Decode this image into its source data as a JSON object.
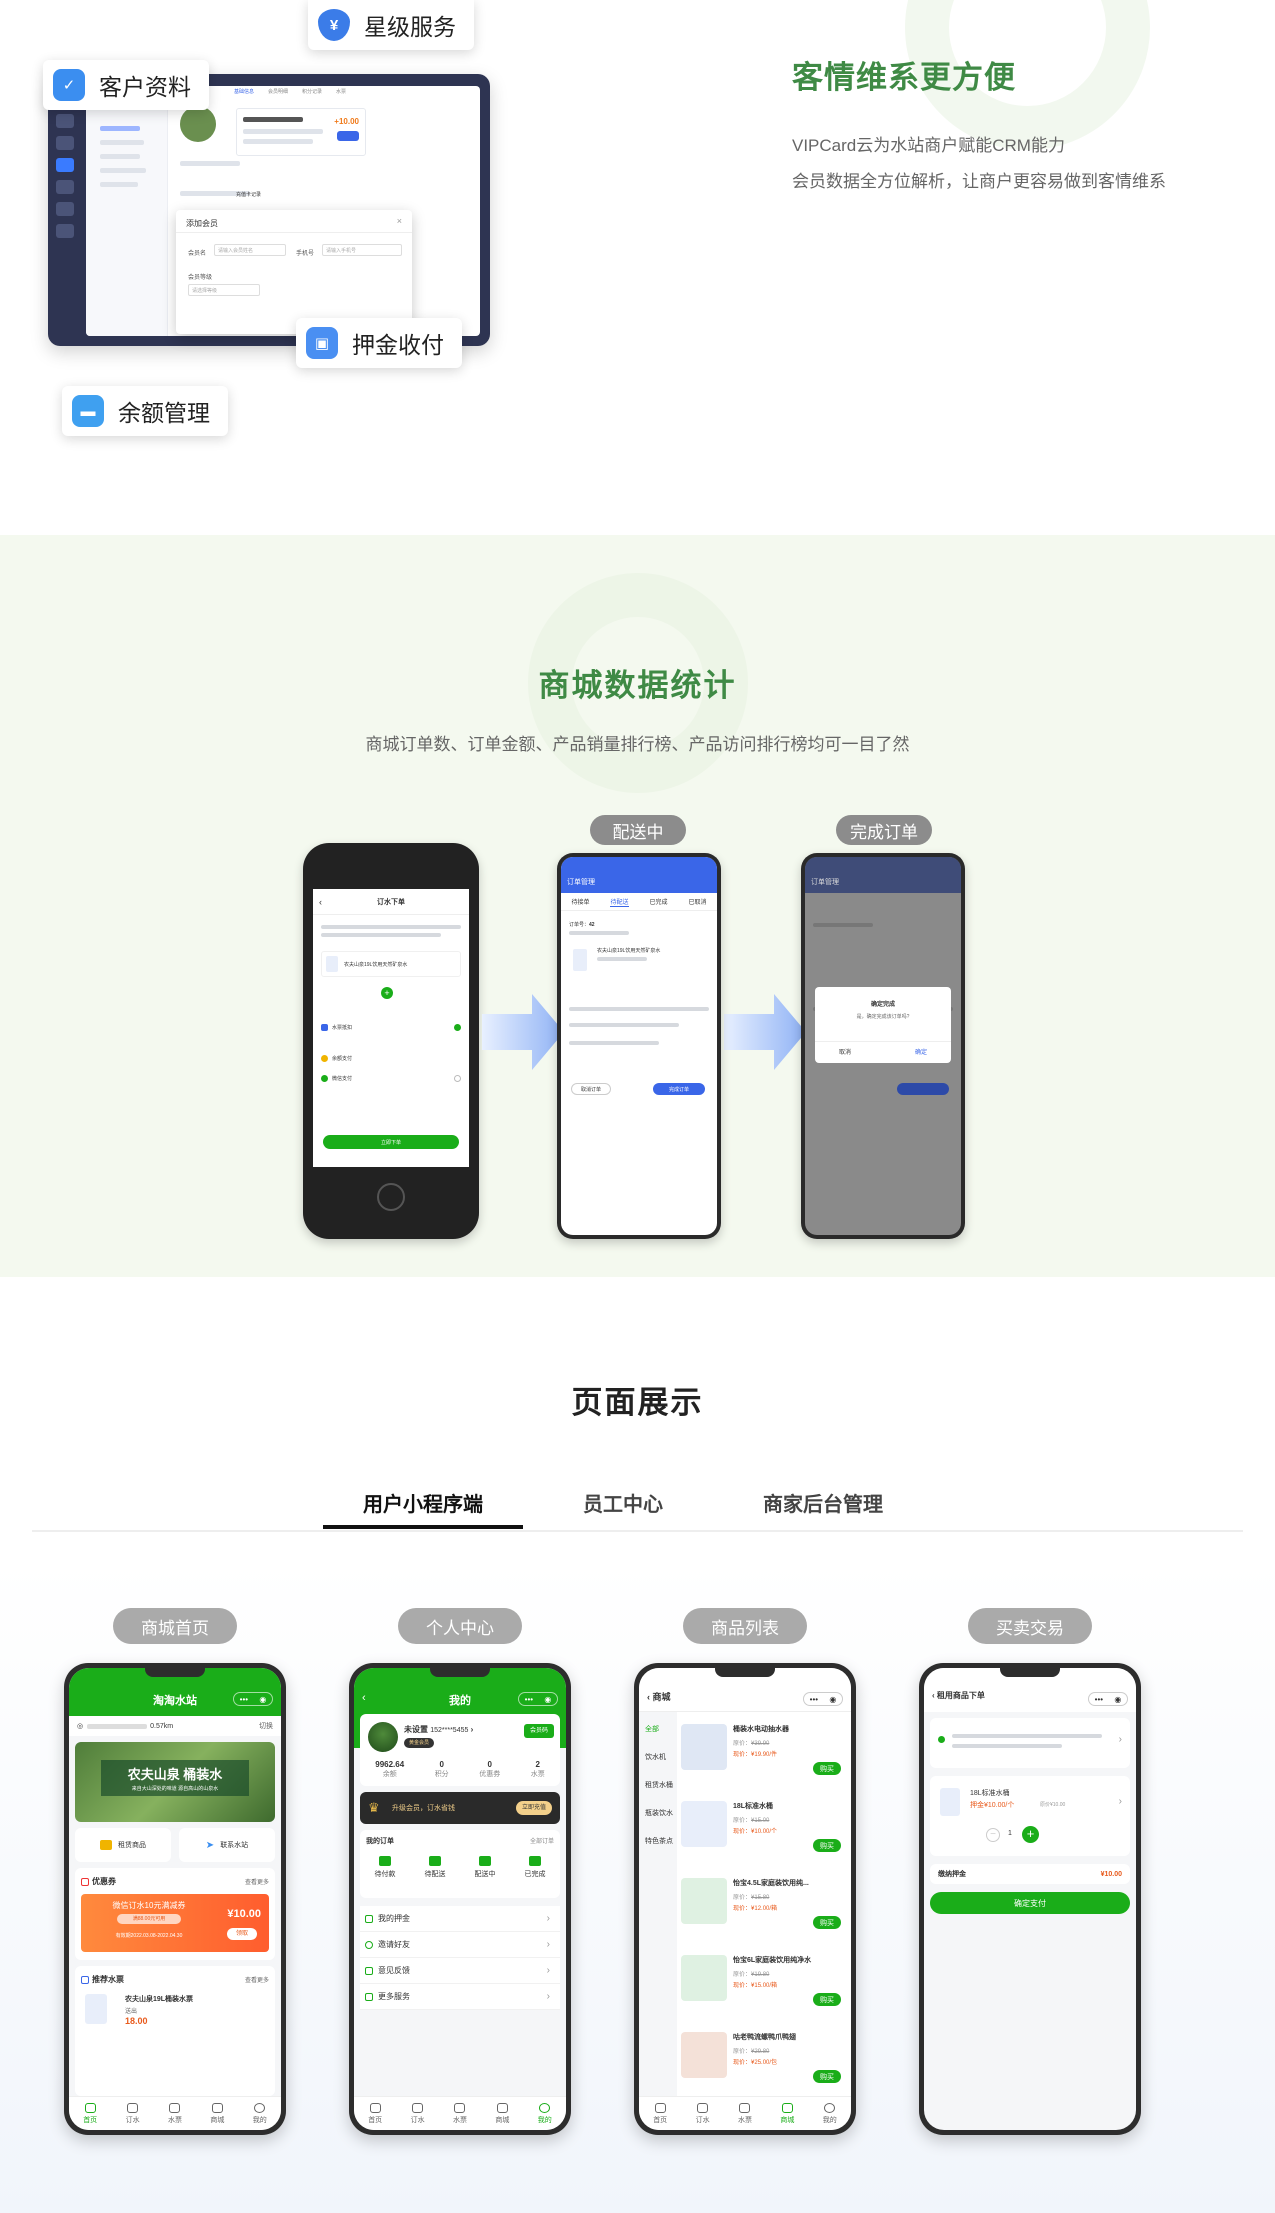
{
  "section1": {
    "title": "客情维系更方便",
    "desc_lines": [
      "VIPCard云为水站商户赋能CRM能力",
      "会员数据全方位解析，让商户更容易做到客情维系"
    ],
    "chips": {
      "customer": "客户资料",
      "star": "星级服务",
      "deposit": "押金收付",
      "balance": "余额管理"
    },
    "dialog": {
      "title": "添加会员",
      "name_label": "会员名",
      "name_ph": "请输入会员姓名",
      "phone_label": "手机号",
      "phone_ph": "请输入手机号",
      "level_label": "会员等级",
      "level_ph": "请选择等级"
    },
    "dash": {
      "tabs": [
        "基础信息",
        "会员明细",
        "积分记录",
        "水票"
      ],
      "amount": "+10.00",
      "add_record": "充值卡记录"
    }
  },
  "section2": {
    "title": "商城数据统计",
    "subtitle": "商城订单数、订单金额、产品销量排行榜、产品访问排行榜均可一目了然",
    "labels": {
      "delivering": "配送中",
      "complete": "完成订单"
    },
    "phone1": {
      "nav": "订水下单",
      "product": "农夫山泉19L饮用天然矿泉水",
      "pay1": "水票抵扣",
      "pay2": "余额支付",
      "pay3": "微信支付",
      "button": "立即下单"
    },
    "phone2": {
      "nav": "订单管理",
      "tabs": [
        "待接单",
        "待配送",
        "已完成",
        "已取消"
      ],
      "order_no_label": "订单号：",
      "order_no": "42",
      "product": "农夫山泉19L饮用天然矿泉水",
      "cancel": "取消订单",
      "finish": "完成订单"
    },
    "phone3": {
      "nav": "订单管理",
      "dialog_title": "确定完成",
      "dialog_text": "是，确定完成该订单吗?",
      "cancel": "取消",
      "ok": "确定"
    }
  },
  "section3": {
    "title": "页面展示",
    "tabs": [
      "用户小程序端",
      "员工中心",
      "商家后台管理"
    ],
    "active_tab": 0,
    "phones": [
      {
        "label": "商城首页",
        "nav": "淘淘水站",
        "distance": "0.57km",
        "switch": "切换",
        "banner_title": "农夫山泉 桶装水",
        "banner_sub": "来自大山深处的味道  源自高山的山泉水",
        "btn1": "租赁商品",
        "btn2": "联系水站",
        "coupon_title": "优惠券",
        "more": "查看更多",
        "coupon_text": "微信订水10元满减券",
        "coupon_sub": "满88.00元可用",
        "coupon_date": "有效期2022.03.08-2022.04.30",
        "coupon_amount": "¥10.00",
        "coupon_btn": "领取",
        "ticket_title": "推荐水票",
        "ticket_name": "农夫山泉19L桶装水票",
        "ticket_sub": "送出",
        "ticket_price": "18.00",
        "tabbar": [
          "首页",
          "订水",
          "水票",
          "商城",
          "我的"
        ]
      },
      {
        "label": "个人中心",
        "nav": "我的",
        "user_name": "未设置",
        "user_phone": "152****5455",
        "member_tag": "黄金会员",
        "member_code": "会员码",
        "stats": [
          {
            "value": "9962.64",
            "label": "余额"
          },
          {
            "value": "0",
            "label": "积分"
          },
          {
            "value": "0",
            "label": "优惠券"
          },
          {
            "value": "2",
            "label": "水票"
          }
        ],
        "vip_text": "升级会员，订水省钱",
        "vip_btn": "立即充值",
        "orders_title": "我的订单",
        "all_orders": "全部订单",
        "order_types": [
          "待付款",
          "待配送",
          "配送中",
          "已完成"
        ],
        "menu": [
          "我的押金",
          "邀请好友",
          "意见反馈",
          "更多服务"
        ],
        "tabbar": [
          "首页",
          "订水",
          "水票",
          "商城",
          "我的"
        ]
      },
      {
        "label": "商品列表",
        "nav": "商城",
        "categories": [
          "全部",
          "饮水机",
          "租赁水桶",
          "瓶装饮水",
          "特色茶点"
        ],
        "products": [
          {
            "name": "桶装水电动抽水器",
            "orig": "¥39.90",
            "price": "¥19.90/件"
          },
          {
            "name": "18L标准水桶",
            "orig": "¥15.00",
            "price": "¥10.00/个"
          },
          {
            "name": "怡宝4.5L家庭装饮用纯...",
            "orig": "¥15.80",
            "price": "¥12.00/箱"
          },
          {
            "name": "怡宝6L家庭装饮用纯净水",
            "orig": "¥19.80",
            "price": "¥15.00/箱"
          },
          {
            "name": "咕老鸭流螺鸭爪鸭翅",
            "orig": "¥29.80",
            "price": "¥25.00/包"
          }
        ],
        "buy": "购买",
        "orig_label": "原价：",
        "price_label": "现价：",
        "tabbar": [
          "首页",
          "订水",
          "水票",
          "商城",
          "我的"
        ]
      },
      {
        "label": "买卖交易",
        "nav": "租用商品下单",
        "product": "18L标准水桶",
        "deposit_text": "押金¥10.00/个",
        "deposit_sub": "原价¥10.00",
        "qty": "1",
        "total_label": "缴纳押金",
        "total": "¥10.00",
        "pay_btn": "确定支付"
      }
    ]
  },
  "colors": {
    "brand_green": "#1aad19",
    "title_green": "#3f8a45",
    "blue": "#3a66e8"
  }
}
